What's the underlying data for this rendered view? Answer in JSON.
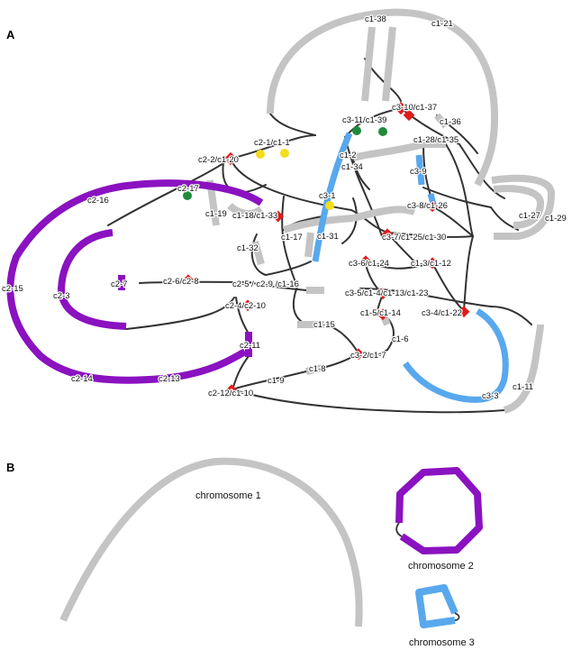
{
  "panels": {
    "a": "A",
    "b": "B"
  },
  "colors": {
    "chromosome_1": "#c4c4c4",
    "chromosome_2": "#8a12c0",
    "chromosome_3": "#58a8ee",
    "contact": "#333333",
    "junction": "#e01b1b",
    "green_dot": "#1f8a3a",
    "yellow_dot": "#f5dc1c"
  },
  "segment_labels": [
    "c1-38",
    "c1-21",
    "c3-10/c1-37",
    "c3-11/c1-39",
    "c1-36",
    "c1-28/c1-35",
    "c2-1/c1-1",
    "c1-2",
    "c2-2/c1-20",
    "c1-34",
    "c3-9",
    "c2-16",
    "c2-17",
    "c1-19",
    "c1-18/c1-33",
    "c3-1",
    "c3-8/c1-26",
    "c1-27",
    "c1-29",
    "c1-32",
    "c1-17",
    "c1-31",
    "c3-7/c1-25/c1-30",
    "c3-6/c1-24",
    "c1-3/c1-12",
    "c2-15",
    "c2-3",
    "c2-7",
    "c2-6/c2-8",
    "c2-5 / c2-9 /c1-16",
    "c3-5/c1-4/c1-13/c1-23",
    "c2-4/c2-10",
    "c1-5/c1-14",
    "c3-4/c1-22",
    "c1-15",
    "c1-6",
    "c2-11",
    "c3-2/c1-7",
    "c1-8",
    "c1-9",
    "c2-14",
    "c2-13",
    "c2-12/c1-10",
    "c3-3",
    "c1-11"
  ],
  "legend": {
    "chromosome_1": "chromosome 1",
    "chromosome_2": "chromosome 2",
    "chromosome_3": "chromosome 3"
  }
}
